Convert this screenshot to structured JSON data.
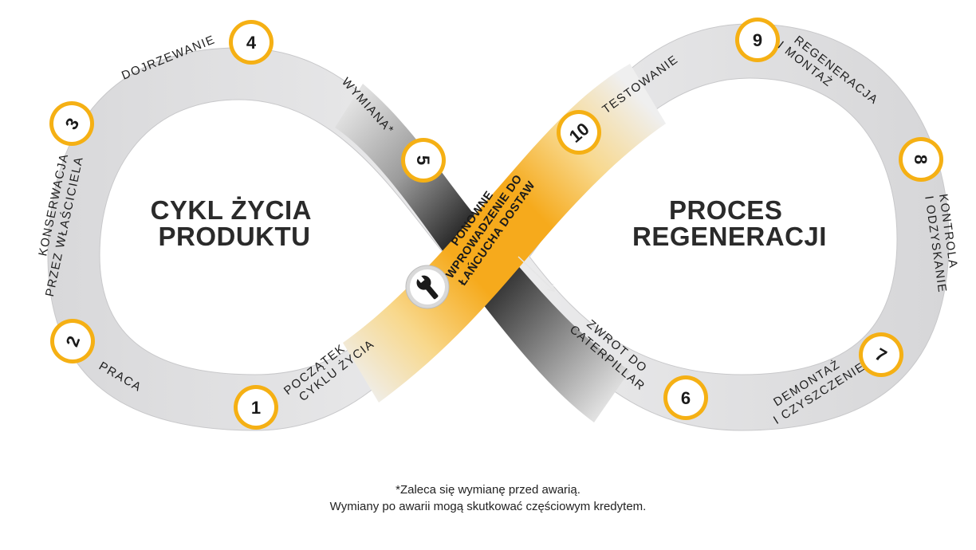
{
  "left_title": [
    "CYKL ŻYCIA",
    "PRODUKTU"
  ],
  "right_title": [
    "PROCES",
    "REGENERACJI"
  ],
  "band_text": [
    "PONOWNE",
    "WPROWADZENIE DO",
    "ŁAŃCUCHA DOSTAW"
  ],
  "steps": [
    {
      "number": "1",
      "label": [
        "POCZĄTEK",
        "CYKLU ŻYCIA"
      ]
    },
    {
      "number": "2",
      "label": [
        "PRACA"
      ]
    },
    {
      "number": "3",
      "label": [
        "KONSERWACJA",
        "PRZEZ WŁAŚCICIELA"
      ]
    },
    {
      "number": "4",
      "label": [
        "DOJRZEWANIE"
      ]
    },
    {
      "number": "5",
      "label": [
        "WYMIANA*"
      ]
    },
    {
      "number": "6",
      "label": [
        "ZWROT DO",
        "CATERPILLAR"
      ]
    },
    {
      "number": "7",
      "label": [
        "DEMONTAŻ",
        "I CZYSZCZENIE"
      ]
    },
    {
      "number": "8",
      "label": [
        "KONTROLA",
        "I ODZYSKANIE"
      ]
    },
    {
      "number": "9",
      "label": [
        "REGENERACJA",
        "I MONTAŻ"
      ]
    },
    {
      "number": "10",
      "label": [
        "TESTOWANIE"
      ]
    }
  ],
  "footnote": {
    "line1": "*Zaleca się wymianę przed awarią.",
    "line2": "Wymiany po awarii mogą skutkować częściowym kredytem."
  },
  "colors": {
    "loop": "#d9d9db",
    "accent": "#f5b014",
    "band": "#f7a81b",
    "dark": "#3a3a3a",
    "text": "#222222"
  },
  "icons": {
    "center": "wrench-icon",
    "arrow": "arrow-right-icon"
  }
}
